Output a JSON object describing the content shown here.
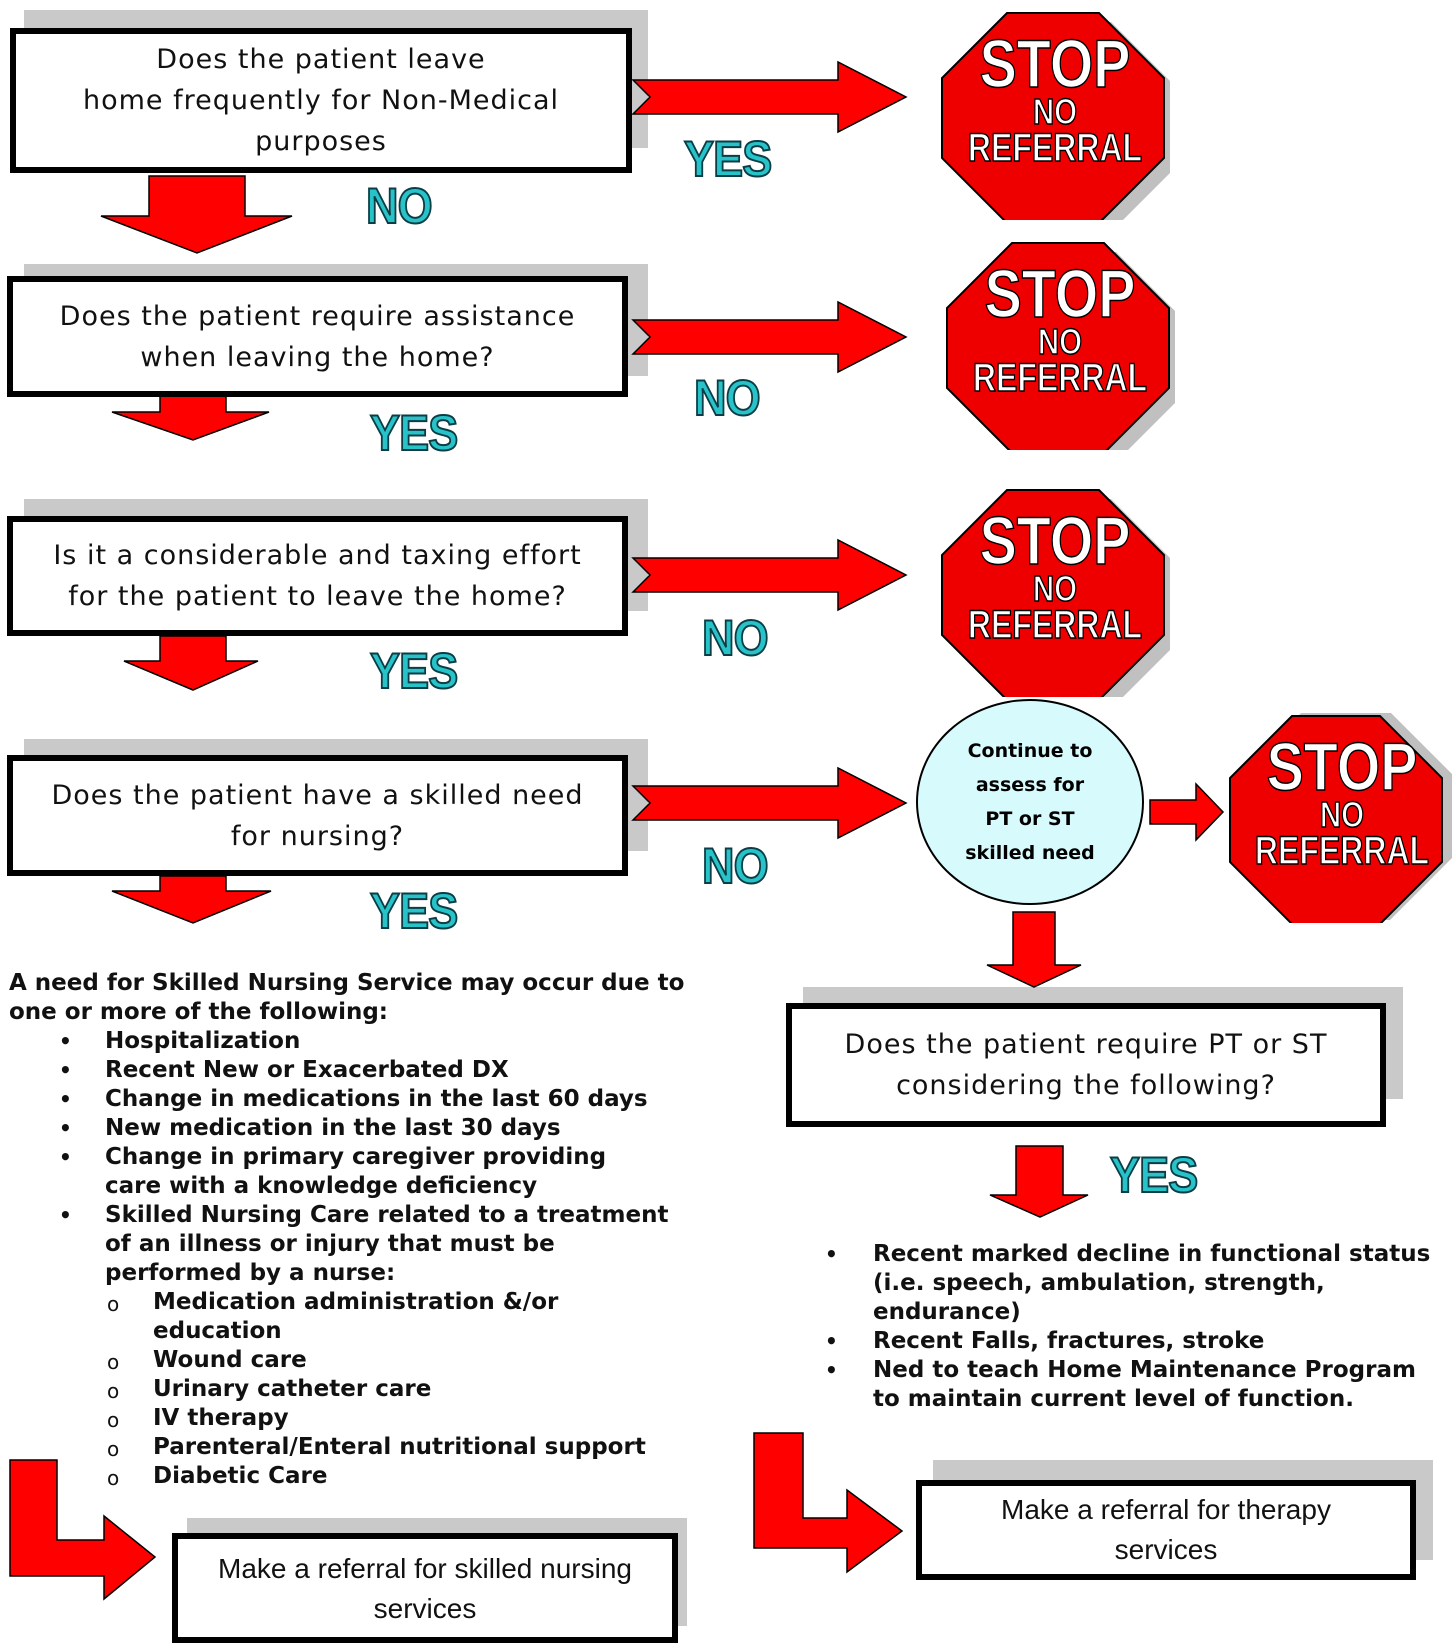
{
  "questions": {
    "q1": "Does the patient leave\nhome frequently for Non-Medical\npurposes",
    "q2": "Does the patient require assistance\nwhen leaving the home?",
    "q3": "Is it a considerable and taxing effort\nfor the patient to leave the home?",
    "q4": "Does the patient have a skilled need\nfor nursing?",
    "q5": "Does the patient require PT or ST\nconsidering the following?"
  },
  "answers": {
    "q1_right": "YES",
    "q1_down": "NO",
    "q2_right": "NO",
    "q2_down": "YES",
    "q3_right": "NO",
    "q3_down": "YES",
    "q4_right": "NO",
    "q4_down": "YES",
    "q5_down": "YES"
  },
  "stop_sign": {
    "stop": "STOP",
    "no": "NO",
    "referral": "REFERRAL"
  },
  "continue_oval": "Continue to\nassess for\nPT or ST\nskilled need",
  "nursing": {
    "intro": "A need for Skilled Nursing Service may occur due to one or more of the following:",
    "bullet_symbol": "•",
    "sub_bullet_symbol": "o",
    "items": [
      "Hospitalization",
      "Recent New or Exacerbated DX",
      "Change in medications in the last 60 days",
      "New medication in the last 30 days",
      "Change in primary caregiver providing care with a knowledge deficiency",
      "Skilled Nursing Care related to a treatment of an illness or injury that must be performed by a nurse:"
    ],
    "subitems": [
      "Medication administration &/or education",
      "Wound care",
      "Urinary catheter care",
      "IV therapy",
      "Parenteral/Enteral nutritional support",
      "Diabetic Care"
    ]
  },
  "therapy": {
    "items": [
      "Recent marked decline in functional status (i.e. speech, ambulation, strength, endurance)",
      "Recent Falls, fractures, stroke",
      "Ned to teach Home Maintenance Program to maintain current level of function."
    ]
  },
  "referrals": {
    "nursing": "Make a referral for skilled nursing\nservices",
    "therapy": "Make a referral for therapy\nservices"
  },
  "colors": {
    "arrow_red": "#ff0000",
    "stop_red": "#ee0000",
    "answer_teal": "#27c3c9",
    "oval_fill": "#d7fbfd",
    "shadow_gray": "#c9c9c9"
  }
}
